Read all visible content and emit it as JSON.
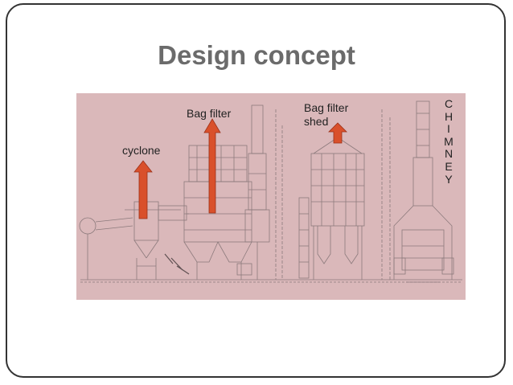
{
  "slide": {
    "title": "Design concept"
  },
  "drawing": {
    "labels": {
      "cyclone": "cyclone",
      "bag_filter": "Bag filter",
      "bag_filter_shed_line1": "Bag filter",
      "bag_filter_shed_line2": "shed",
      "chimney_letters": [
        "C",
        "H",
        "I",
        "M",
        "N",
        "E",
        "Y"
      ]
    },
    "colors": {
      "background": "#dab8ba",
      "arrow_fill": "#d9502b",
      "arrow_stroke": "#9c3018",
      "linework": "#8c7a7c"
    }
  }
}
